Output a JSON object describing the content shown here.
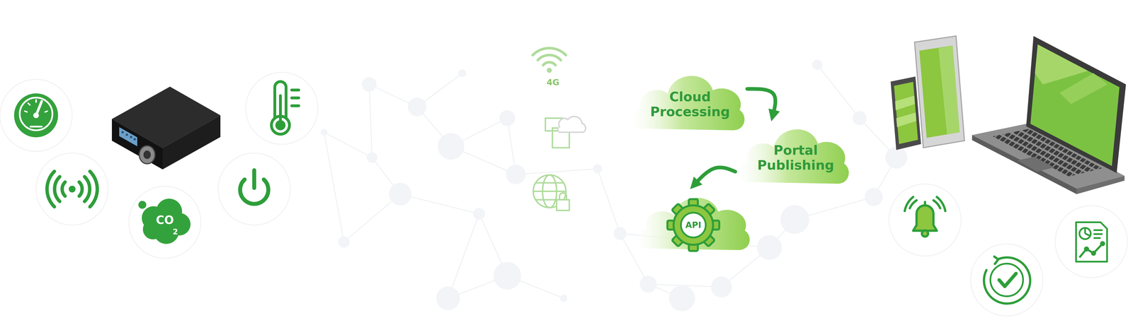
{
  "diagram": {
    "nodes": [
      {
        "text": [
          "Cloud Processing"
        ]
      },
      {
        "text": [
          "Portal Publishing"
        ]
      },
      {
        "text": [
          "API"
        ]
      }
    ],
    "edges": [
      {
        "from": 0,
        "to": 1,
        "arrow": "to"
      },
      {
        "from": 1,
        "to": 2,
        "arrow": "to"
      }
    ],
    "labels": [
      "CO",
      "2",
      "4G"
    ]
  }
}
